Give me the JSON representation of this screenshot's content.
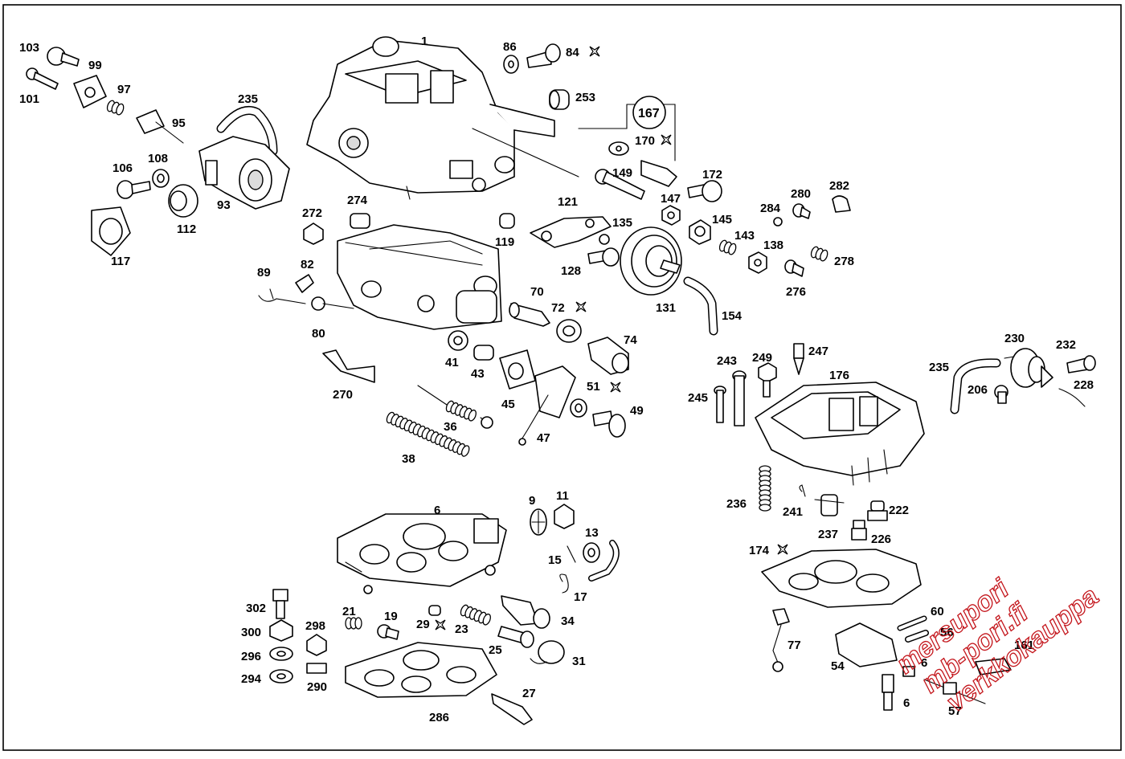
{
  "callouts": [
    {
      "id": "c1",
      "text": "1"
    },
    {
      "id": "c86",
      "text": "86"
    },
    {
      "id": "c84",
      "text": "84"
    },
    {
      "id": "c253",
      "text": "253"
    },
    {
      "id": "c167",
      "text": "167"
    },
    {
      "id": "c170",
      "text": "170"
    },
    {
      "id": "c149",
      "text": "149"
    },
    {
      "id": "c172",
      "text": "172"
    },
    {
      "id": "c282",
      "text": "282"
    },
    {
      "id": "c280",
      "text": "280"
    },
    {
      "id": "c284",
      "text": "284"
    },
    {
      "id": "c147",
      "text": "147"
    },
    {
      "id": "c145",
      "text": "145"
    },
    {
      "id": "c143",
      "text": "143"
    },
    {
      "id": "c138",
      "text": "138"
    },
    {
      "id": "c278",
      "text": "278"
    },
    {
      "id": "c276",
      "text": "276"
    },
    {
      "id": "c121",
      "text": "121"
    },
    {
      "id": "c135",
      "text": "135"
    },
    {
      "id": "c119",
      "text": "119"
    },
    {
      "id": "c128",
      "text": "128"
    },
    {
      "id": "c131",
      "text": "131"
    },
    {
      "id": "c154",
      "text": "154"
    },
    {
      "id": "c103",
      "text": "103"
    },
    {
      "id": "c99",
      "text": "99"
    },
    {
      "id": "c101",
      "text": "101"
    },
    {
      "id": "c97",
      "text": "97"
    },
    {
      "id": "c95",
      "text": "95"
    },
    {
      "id": "c235a",
      "text": "235"
    },
    {
      "id": "c106",
      "text": "106"
    },
    {
      "id": "c108",
      "text": "108"
    },
    {
      "id": "c93",
      "text": "93"
    },
    {
      "id": "c112",
      "text": "112"
    },
    {
      "id": "c117",
      "text": "117"
    },
    {
      "id": "c272",
      "text": "272"
    },
    {
      "id": "c274",
      "text": "274"
    },
    {
      "id": "c89",
      "text": "89"
    },
    {
      "id": "c82",
      "text": "82"
    },
    {
      "id": "c80",
      "text": "80"
    },
    {
      "id": "c70",
      "text": "70"
    },
    {
      "id": "c72",
      "text": "72"
    },
    {
      "id": "c74",
      "text": "74"
    },
    {
      "id": "c41",
      "text": "41"
    },
    {
      "id": "c43",
      "text": "43"
    },
    {
      "id": "c45",
      "text": "45"
    },
    {
      "id": "c51",
      "text": "51"
    },
    {
      "id": "c49",
      "text": "49"
    },
    {
      "id": "c270",
      "text": "270"
    },
    {
      "id": "c36",
      "text": "36"
    },
    {
      "id": "c47",
      "text": "47"
    },
    {
      "id": "c38",
      "text": "38"
    },
    {
      "id": "c243",
      "text": "243"
    },
    {
      "id": "c249",
      "text": "249"
    },
    {
      "id": "c247",
      "text": "247"
    },
    {
      "id": "c176",
      "text": "176"
    },
    {
      "id": "c245",
      "text": "245"
    },
    {
      "id": "c230",
      "text": "230"
    },
    {
      "id": "c232",
      "text": "232"
    },
    {
      "id": "c235b",
      "text": "235"
    },
    {
      "id": "c206",
      "text": "206"
    },
    {
      "id": "c228",
      "text": "228"
    },
    {
      "id": "c236",
      "text": "236"
    },
    {
      "id": "c241",
      "text": "241"
    },
    {
      "id": "c222",
      "text": "222"
    },
    {
      "id": "c237",
      "text": "237"
    },
    {
      "id": "c226",
      "text": "226"
    },
    {
      "id": "c174",
      "text": "174"
    },
    {
      "id": "c6a",
      "text": "6"
    },
    {
      "id": "c9",
      "text": "9"
    },
    {
      "id": "c11",
      "text": "11"
    },
    {
      "id": "c13",
      "text": "13"
    },
    {
      "id": "c15",
      "text": "15"
    },
    {
      "id": "c17",
      "text": "17"
    },
    {
      "id": "c34",
      "text": "34"
    },
    {
      "id": "c302",
      "text": "302"
    },
    {
      "id": "c300",
      "text": "300"
    },
    {
      "id": "c298",
      "text": "298"
    },
    {
      "id": "c296",
      "text": "296"
    },
    {
      "id": "c294",
      "text": "294"
    },
    {
      "id": "c290",
      "text": "290"
    },
    {
      "id": "c21",
      "text": "21"
    },
    {
      "id": "c19",
      "text": "19"
    },
    {
      "id": "c29",
      "text": "29"
    },
    {
      "id": "c23",
      "text": "23"
    },
    {
      "id": "c25",
      "text": "25"
    },
    {
      "id": "c31",
      "text": "31"
    },
    {
      "id": "c27",
      "text": "27"
    },
    {
      "id": "c286",
      "text": "286"
    },
    {
      "id": "c60",
      "text": "60"
    },
    {
      "id": "c56",
      "text": "56"
    },
    {
      "id": "c77",
      "text": "77"
    },
    {
      "id": "c54",
      "text": "54"
    },
    {
      "id": "c6b",
      "text": "6"
    },
    {
      "id": "c161",
      "text": "161"
    },
    {
      "id": "c62",
      "text": "6"
    },
    {
      "id": "c57",
      "text": "57"
    }
  ],
  "watermark": {
    "line1": "mersupori",
    "line2": "mb-pori.fi",
    "line3": "verkkokauppa",
    "color": "#c4161c"
  }
}
